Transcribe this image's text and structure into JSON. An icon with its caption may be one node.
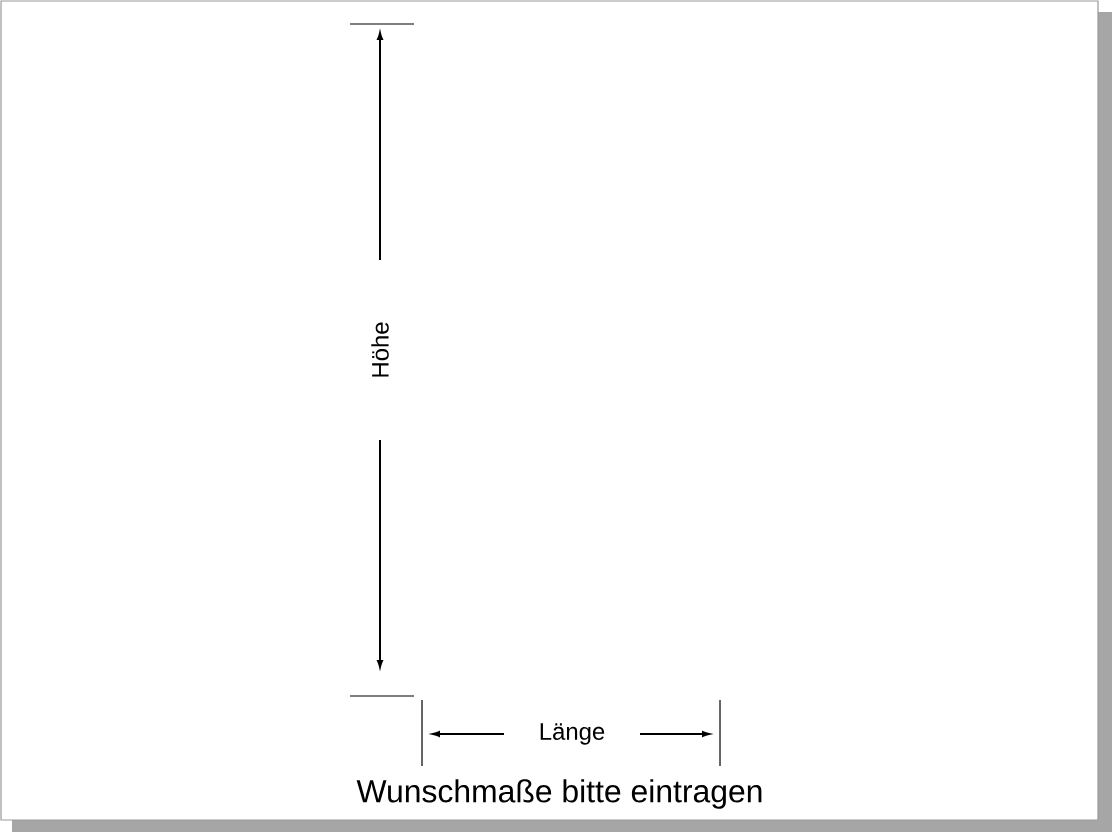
{
  "diagram": {
    "caption": "Wunschmaße bitte eintragen",
    "labels": [
      "Höhe",
      "Länge"
    ]
  }
}
